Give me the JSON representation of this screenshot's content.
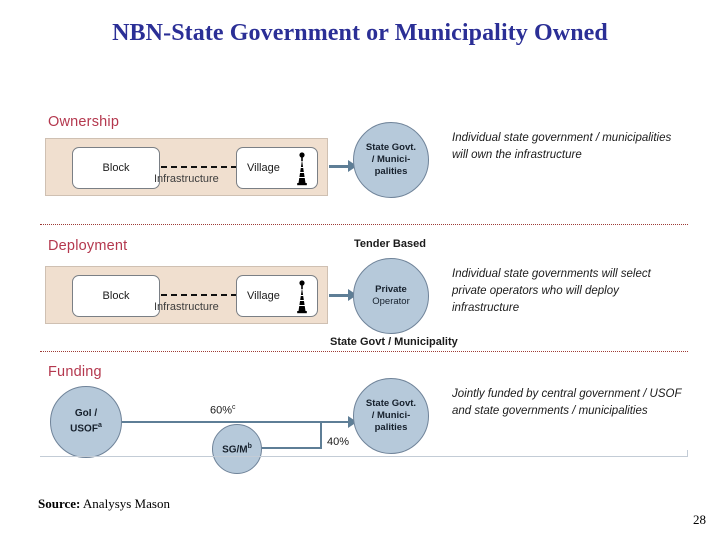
{
  "title": "NBN-State Government or Municipality Owned",
  "sections": [
    {
      "label": "Ownership",
      "panel": {
        "left_node": "Block",
        "right_node": "Village",
        "link_label": "Infrastructure",
        "icon": "cell-tower-icon"
      },
      "circle": "State Govt. / Munici- palities",
      "circle_line1": "State Govt.",
      "circle_line2": "/ Munici-",
      "circle_line3": "palities",
      "description": "Individual state government / municipalities will own the infrastructure"
    },
    {
      "label": "Deployment",
      "panel": {
        "left_node": "Block",
        "right_node": "Village",
        "link_label": "Infrastructure",
        "icon": "cell-tower-icon"
      },
      "caption_above": "Tender Based",
      "caption_below": "State Govt / Municipality",
      "circle_line1": "Private",
      "circle_line2": "Operator",
      "description": "Individual state governments will select private operators who will deploy infrastructure"
    },
    {
      "label": "Funding",
      "source_circle_line1": "GoI /",
      "source_circle_line2": "USOF",
      "source_circle_sup": "a",
      "second_circle_label": "SG/M",
      "second_circle_sup": "b",
      "pct_primary": "60%",
      "pct_primary_sup": "c",
      "pct_secondary": "40%",
      "circle_line1": "State Govt.",
      "circle_line2": "/ Munici-",
      "circle_line3": "palities",
      "description": "Jointly funded by central government / USOF and state governments / municipalities"
    }
  ],
  "footer": {
    "source_label": "Source:",
    "source_value": "Analysys Mason",
    "page_number": "28"
  },
  "colors": {
    "title": "#2b2f96",
    "section_label": "#b4384e",
    "panel_fill": "#f0dfcf",
    "circle_fill": "#b6c9da",
    "arrow": "#5e7e96",
    "divider": "#9e3b36"
  }
}
